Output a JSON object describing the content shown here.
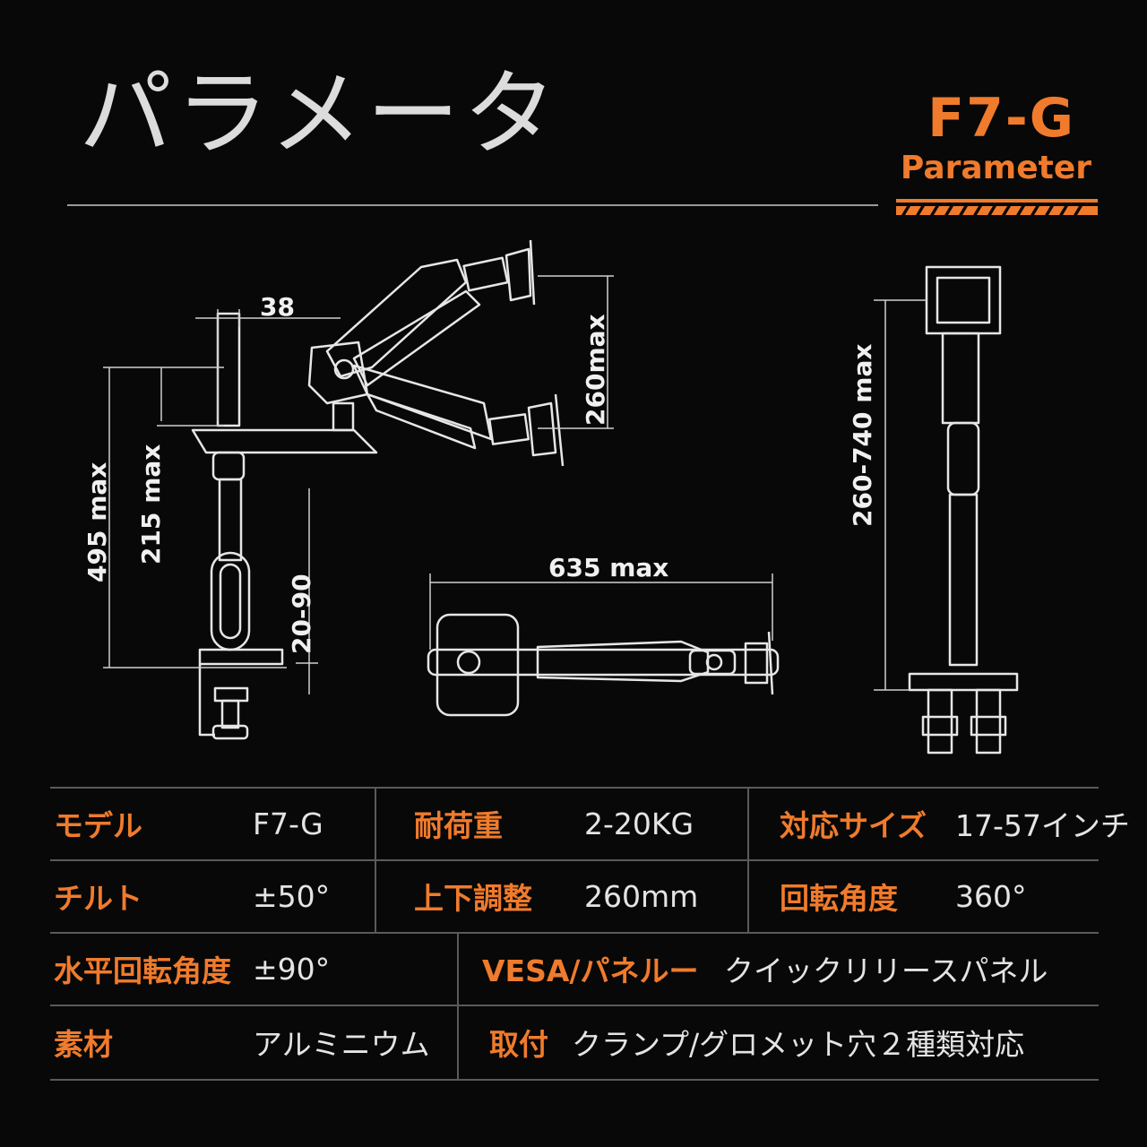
{
  "title": "パラメータ",
  "badge": {
    "model": "F7-G",
    "subtitle": "Parameter"
  },
  "dimensions": {
    "d38": "38",
    "d495": "495 max",
    "d215": "215 max",
    "d2090": "20-90",
    "d260": "260max",
    "d635": "635 max",
    "d260740": "260-740 max"
  },
  "specs": {
    "r1": {
      "model_label": "モデル",
      "model_value": "F7-G",
      "load_label": "耐荷重",
      "load_value": "2-20KG",
      "size_label": "対応サイズ",
      "size_value": "17-57インチ"
    },
    "r2": {
      "tilt_label": "チルト",
      "tilt_value": "±50°",
      "height_label": "上下調整",
      "height_value": "260mm",
      "rotation_label": "回転角度",
      "rotation_value": "360°"
    },
    "r3": {
      "swivel_label": "水平回転角度",
      "swivel_value": "±90°",
      "vesa_label": "VESA/パネルー",
      "vesa_value": "クイックリリースパネル"
    },
    "r4": {
      "material_label": "素材",
      "material_value": "アルミニウム",
      "mount_label": "取付",
      "mount_value": "クランプ/グロメット穴２種類対応"
    }
  },
  "colors": {
    "accent": "#f07b2c",
    "background": "#080808",
    "line": "#e0e0e0"
  }
}
